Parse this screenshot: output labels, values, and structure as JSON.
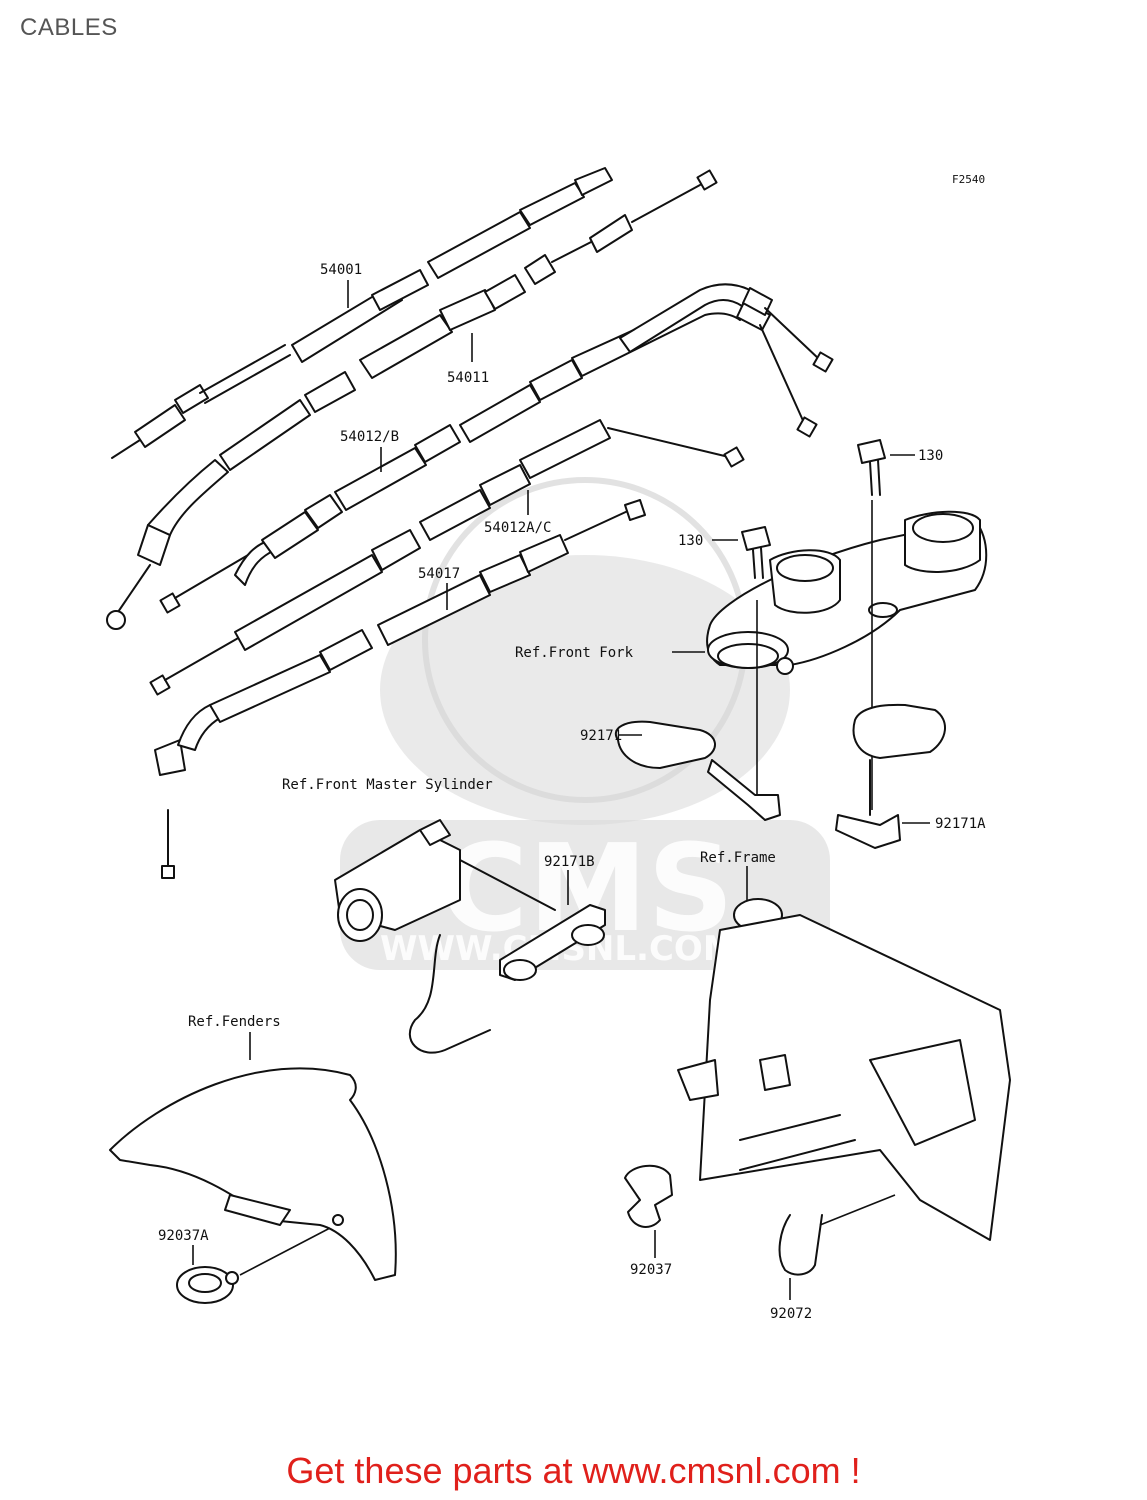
{
  "page": {
    "title": "CABLES",
    "figure_code": "F2540"
  },
  "parts": [
    {
      "number": "54001"
    },
    {
      "number": "54011"
    },
    {
      "number": "54012/B"
    },
    {
      "number": "54012A/C"
    },
    {
      "number": "54017"
    },
    {
      "number": "130"
    },
    {
      "number": "130"
    },
    {
      "number": "92171"
    },
    {
      "number": "92171A"
    },
    {
      "number": "92171B"
    },
    {
      "number": "92037A"
    },
    {
      "number": "92037"
    },
    {
      "number": "92072"
    }
  ],
  "references": [
    {
      "label": "Ref.Front Fork"
    },
    {
      "label": "Ref.Front Master Sylinder"
    },
    {
      "label": "Ref.Frame"
    },
    {
      "label": "Ref.Fenders"
    }
  ],
  "footer": {
    "text": "Get these parts at www.cmsnl.com !"
  },
  "colors": {
    "footer_text": "#e0201b",
    "line_art": "#111111",
    "watermark": "#d9d9d9"
  }
}
